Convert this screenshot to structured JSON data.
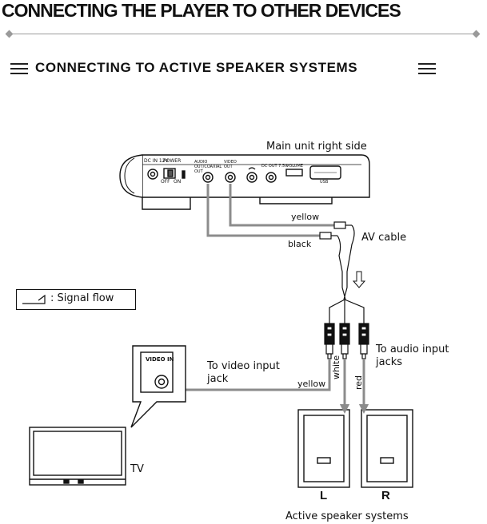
{
  "header": {
    "title": "CONNECTING THE PLAYER TO OTHER  DEVICES",
    "section": "CONNECTING TO ACTIVE SPEAKER SYSTEMS"
  },
  "diagram": {
    "main_unit": "Main unit right side",
    "yellow_plug": "yellow",
    "black_plug": "black",
    "av_cable": "AV cable",
    "signal_legend": ": Signal   flow",
    "video_in_panel": "VIDEO IN",
    "to_video": "To video input\njack",
    "cable_yellow": "yellow",
    "cable_white": "white",
    "cable_red": "red",
    "to_audio": "To audio input\njacks",
    "tv": "TV",
    "left_speaker": "L",
    "right_speaker": "R",
    "speakers_caption": "Active speaker systems",
    "port_labels": {
      "dc": "DC IN 12V",
      "power": "POWER",
      "power_off": "OFF",
      "power_on": "ON",
      "audio_out": "AUDIO OUT/COAXIAL OUT",
      "video_out": "VIDEO OUT",
      "dc_out": "DC OUT 7.5V",
      "volume": "VOLUME",
      "usb": "USB"
    }
  },
  "colors": {
    "line": "#111111",
    "cable_gray": "#8c8c8c",
    "rule_gray": "#9a9a9a"
  }
}
